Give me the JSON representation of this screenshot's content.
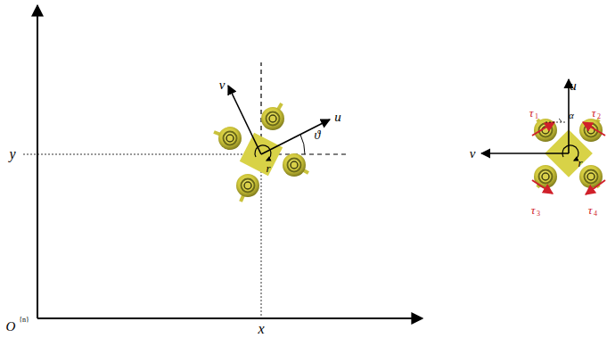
{
  "diagram": {
    "labels": [
      "y",
      "x",
      "O",
      "{n}",
      "u",
      "v",
      "ϑ",
      "r",
      "u",
      "v",
      "τ",
      "1",
      "τ",
      "2",
      "τ",
      "3",
      "τ",
      "4",
      "α",
      "r"
    ]
  }
}
